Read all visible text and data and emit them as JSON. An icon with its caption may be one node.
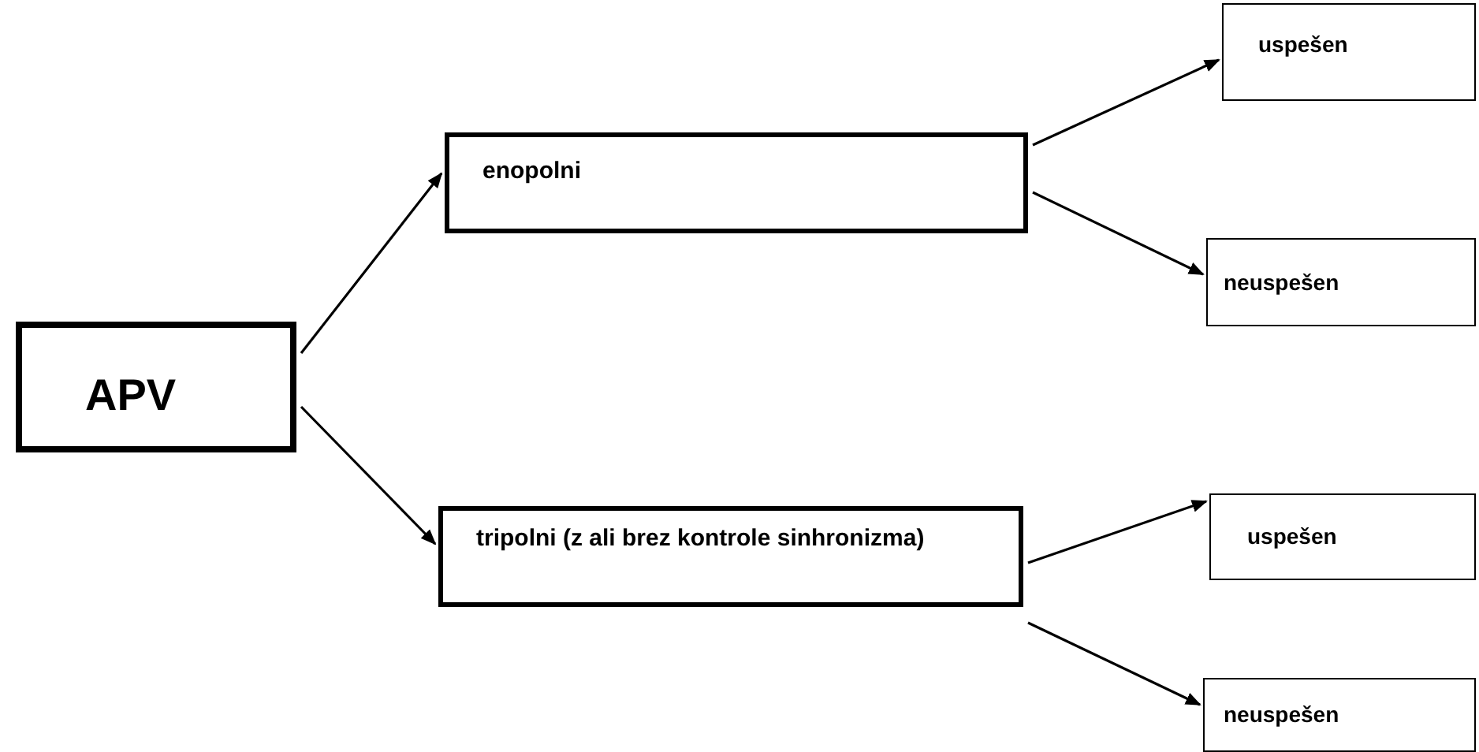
{
  "diagram": {
    "nodes": [
      {
        "text": [
          "APV"
        ]
      },
      {
        "text": [
          "enopolni"
        ]
      },
      {
        "text": [
          "tripolni (z ali brez kontrole sinhronizma)"
        ]
      },
      {
        "text": [
          "uspešen"
        ]
      },
      {
        "text": [
          "neuspešen"
        ]
      },
      {
        "text": [
          "uspešen"
        ]
      },
      {
        "text": [
          "neuspešen"
        ]
      }
    ],
    "edges": [
      {
        "from": 0,
        "to": 1,
        "arrow": "to"
      },
      {
        "from": 0,
        "to": 2,
        "arrow": "to"
      },
      {
        "from": 1,
        "to": 3,
        "arrow": "to"
      },
      {
        "from": 1,
        "to": 4,
        "arrow": "to"
      },
      {
        "from": 2,
        "to": 5,
        "arrow": "to"
      },
      {
        "from": 2,
        "to": 6,
        "arrow": "to"
      }
    ]
  }
}
